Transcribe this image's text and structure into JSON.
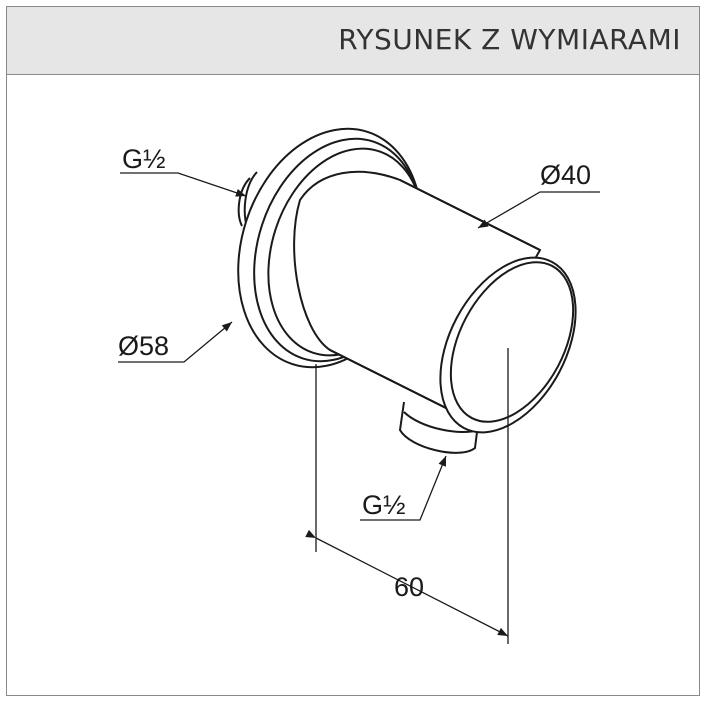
{
  "header": {
    "title": "RYSUNEK Z WYMIARAMI"
  },
  "dimensions": {
    "thread_top": "G½",
    "flange_diameter": "Ø58",
    "body_diameter": "Ø40",
    "thread_bottom": "G½",
    "depth": "60"
  },
  "colors": {
    "header_bg": "#e6e6e6",
    "border": "#8a8a8a",
    "line": "#1a1a1a"
  }
}
